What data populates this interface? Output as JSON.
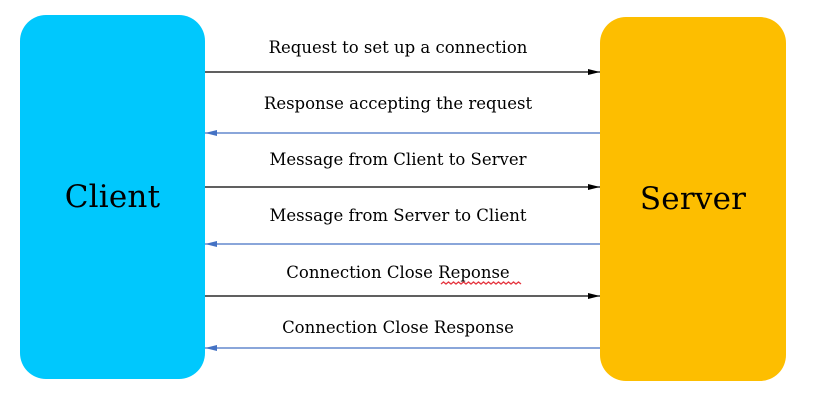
{
  "nodes": {
    "client": {
      "label": "Client",
      "color": "#00c8fd"
    },
    "server": {
      "label": "Server",
      "color": "#fdbe00"
    }
  },
  "arrow_colors": {
    "to_server": "#000000",
    "to_client": "#4472c4"
  },
  "messages": [
    {
      "label": "Request to set up a connection",
      "direction": "client-to-server"
    },
    {
      "label": "Response accepting the request",
      "direction": "server-to-client"
    },
    {
      "label": "Message from Client to Server",
      "direction": "client-to-server"
    },
    {
      "label": "Message from Server to Client",
      "direction": "server-to-client"
    },
    {
      "label": "Connection Close Reponse",
      "direction": "client-to-server",
      "misspelled_word": "Reponse"
    },
    {
      "label": "Connection Close Response",
      "direction": "server-to-client"
    }
  ]
}
